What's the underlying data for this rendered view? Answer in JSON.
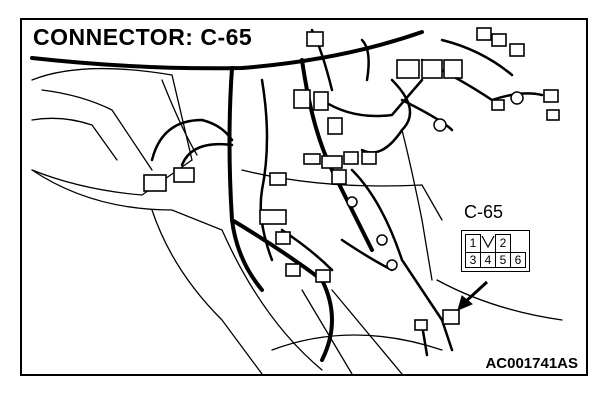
{
  "figure": {
    "title": "CONNECTOR: C-65",
    "connector_ref": "C-65",
    "drawing_code": "AC001741AS",
    "connector_pins": {
      "top": [
        "1",
        "",
        "2"
      ],
      "bottom": [
        "3",
        "4",
        "5",
        "6"
      ]
    }
  }
}
